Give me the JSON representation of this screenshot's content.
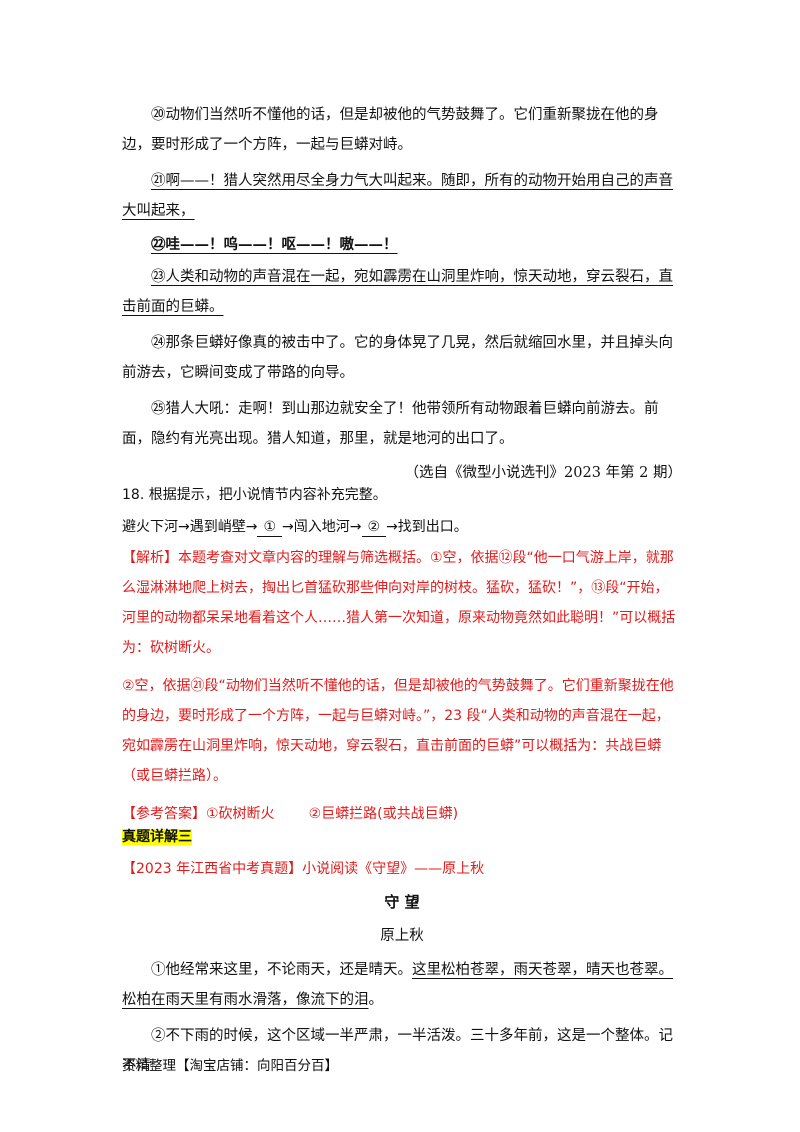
{
  "story_part1": {
    "p20": "⑳动物们当然听不懂他的话，但是却被他的气势鼓舞了。它们重新聚拢在他的身边，要时形成了一个方阵，一起与巨蟒对峙。",
    "p21": "㉑啊——！猎人突然用尽全身力气大叫起来。随即，所有的动物开始用自己的声音大叫起来，",
    "p22": "㉒哇——！呜——！呕——！嗷——！",
    "p23": "㉓人类和动物的声音混在一起，宛如霹雳在山洞里炸响，惊天动地，穿云裂石，直击前面的巨蟒。",
    "p24": "㉔那条巨蟒好像真的被击中了。它的身体晃了几晃，然后就缩回水里，并且掉头向前游去，它瞬间变成了带路的向导。",
    "p25": "㉕猎人大吼：走啊！到山那边就安全了！他带领所有动物跟着巨蟒向前游去。前面，隐约有光亮出现。猎人知道，那里，就是地河的出口了。",
    "source": "（选自《微型小说选刊》2023 年第 2 期）"
  },
  "question": {
    "stem": "18. 根据提示，把小说情节内容补充完整。",
    "seq_a": "避火下河→遇到峭壁→",
    "blank1": "①",
    "seq_b": "→闯入地河→",
    "blank2": "②",
    "seq_c": "→找到出口。"
  },
  "analysis": {
    "p1": "【解析】本题考查对文章内容的理解与筛选概括。①空，依据⑫段“他一口气游上岸，就那么湿淋淋地爬上树去，掏出匕首猛砍那些伸向对岸的树枝。猛砍，猛砍！”，⑬段“开始，河里的动物都呆呆地看着这个人……猎人第一次知道，原来动物竟然如此聪明！”可以概括为：砍树断火。",
    "p2": "②空，依据㉑段“动物们当然听不懂他的话，但是却被他的气势鼓舞了。它们重新聚拢在他的身边，要时形成了一个方阵，一起与巨蟒对峙。”，23 段“人类和动物的声音混在一起，宛如霹雳在山洞里炸响，惊天动地，穿云裂石，直击前面的巨蟒”可以概括为：共战巨蟒（或巨蟒拦路）。",
    "answer_label": "【参考答案】",
    "answer1": "①砍树断火",
    "answer2": "②巨蟒拦路(或共战巨蟒)"
  },
  "section": {
    "heading": "真题详解三",
    "exam_title": "【2023 年江西省中考真题】小说阅读《守望》——原上秋"
  },
  "story2": {
    "title": "守 望",
    "author": "原上秋",
    "p1_a": "①他经常来这里，不论雨天，还是晴天。",
    "p1_b": "这里松柏苍翠，雨天苍翠，晴天也苍翠。松柏在雨天里有雨水滑落，像流下的泪",
    "p1_c": "。",
    "p2": "②不下雨的时候，这个区域一半严肃，一半活泼。三十多年前，这是一个整体。记不清"
  },
  "footer": "资料整理【淘宝店铺：向阳百分百】"
}
